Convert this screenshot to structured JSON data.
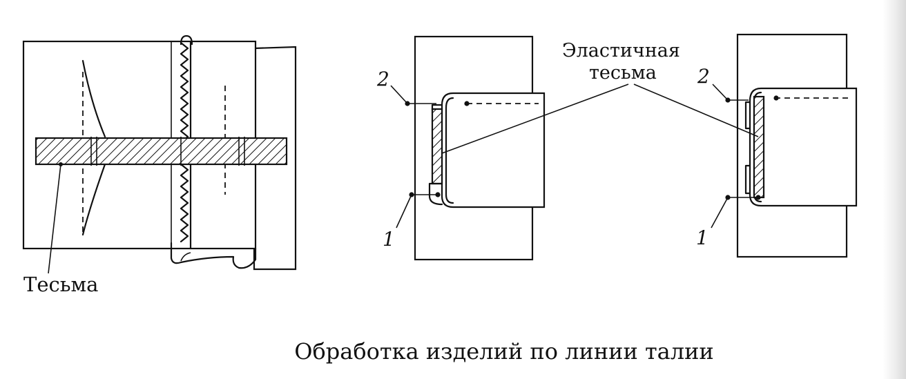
{
  "labels": {
    "tape": "Тесьма",
    "elastic_line1": "Эластичная",
    "elastic_line2": "тесьма",
    "num_2_middle": "2",
    "num_1_middle": "1",
    "num_2_right": "2",
    "num_1_right": "1"
  },
  "caption": "Обработка изделий по линии талии",
  "colors": {
    "ink": "#111111",
    "paper": "#ffffff"
  }
}
